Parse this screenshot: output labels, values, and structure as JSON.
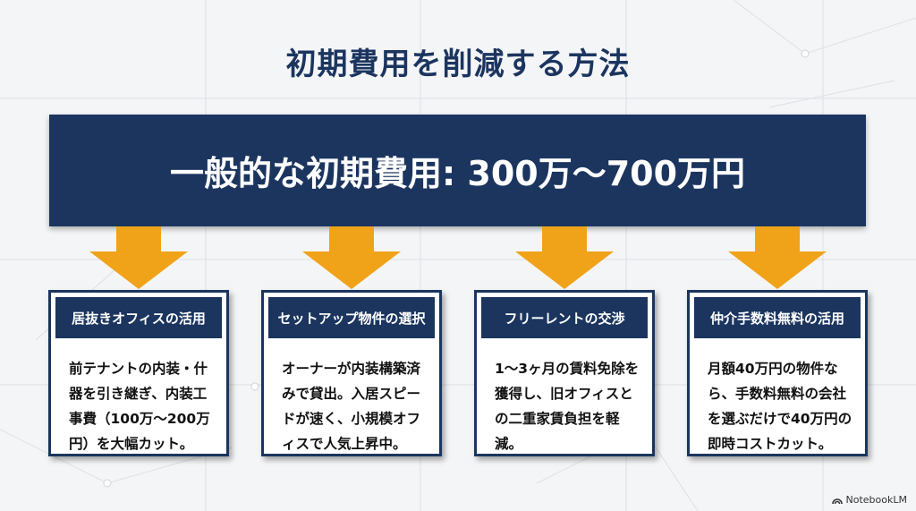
{
  "title": "初期費用を削減する方法",
  "banner": "一般的な初期費用: 300万〜700万円",
  "colors": {
    "navy": "#1b355f",
    "arrow": "#f0a319"
  },
  "cards": [
    {
      "heading": "居抜きオフィスの活用",
      "body": "前テナントの内装・什器を引き継ぎ、内装工事費（100万〜200万円）を大幅カット。"
    },
    {
      "heading": "セットアップ物件の選択",
      "body": "オーナーが内装構築済みで貸出。入居スピードが速く、小規模オフィスで人気上昇中。"
    },
    {
      "heading": "フリーレントの交渉",
      "body": "1〜3ヶ月の賃料免除を獲得し、旧オフィスとの二重家賃負担を軽減。"
    },
    {
      "heading": "仲介手数料無料の活用",
      "body": "月額40万円の物件なら、手数料無料の会社を選ぶだけで40万円の即時コストカット。"
    }
  ],
  "logo": "NotebookLM"
}
